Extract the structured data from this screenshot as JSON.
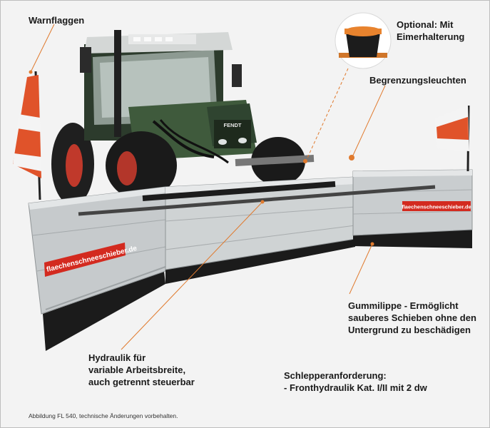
{
  "labels": {
    "warnflaggen": "Warnflaggen",
    "optional_line1": "Optional: Mit",
    "optional_line2": "Eimerhalterung",
    "begrenzungsleuchten": "Begrenzungsleuchten",
    "gummilippe_line1": "Gummilippe - Ermöglicht",
    "gummilippe_line2": "sauberes Schieben ohne den",
    "gummilippe_line3": "Untergrund zu beschädigen",
    "hydraulik_line1": "Hydraulik für",
    "hydraulik_line2": "variable Arbeitsbreite,",
    "hydraulik_line3": "auch getrennt steuerbar",
    "schlepper_line1": "Schlepperanforderung:",
    "schlepper_line2": "- Fronthydraulik Kat. I/II mit 2 dw"
  },
  "plow_branding_left": "flaechenschneeschieber.de",
  "plow_branding_right": "flaechenschneeschieber.de",
  "tractor_brand": "FENDT",
  "caption": "Abbildung FL 540, technische Änderungen vorbehalten.",
  "colors": {
    "callout_line": "#e07a2e",
    "tractor_green": "#3f5a3c",
    "flag_orange": "#e0532a",
    "brand_red": "#d32a1f",
    "steel": "#c9cdcf"
  }
}
